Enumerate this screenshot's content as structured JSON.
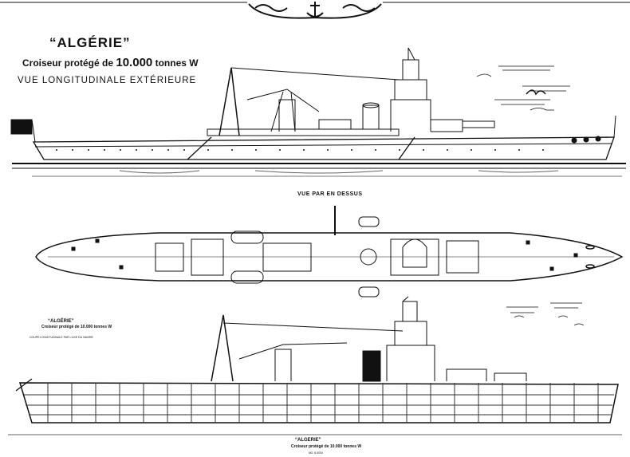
{
  "header": {
    "title": "“ALGÉRIE”",
    "subtitle_prefix": "Croiseur protégé de",
    "subtitle_number": "10.000",
    "subtitle_suffix": "tonnes W",
    "view_label": "VUE LONGITUDINALE EXTÉRIEURE"
  },
  "top_view": {
    "label": "VUE PAR EN DESSUS"
  },
  "section_view": {
    "title": "“ALGÉRIE”",
    "subtitle": "Croiseur protégé de 10.000 tonnes W",
    "view_label": "COUPE LONGITUDINALE PAR L'AXE DU NAVIRE"
  },
  "footer": {
    "title": "“ALGERIE”",
    "subtitle": "Croiseur protégé de 10.000 tonnes W",
    "caption": "NO. 8.0000"
  },
  "colors": {
    "ink": "#111111",
    "paper": "#ffffff"
  }
}
